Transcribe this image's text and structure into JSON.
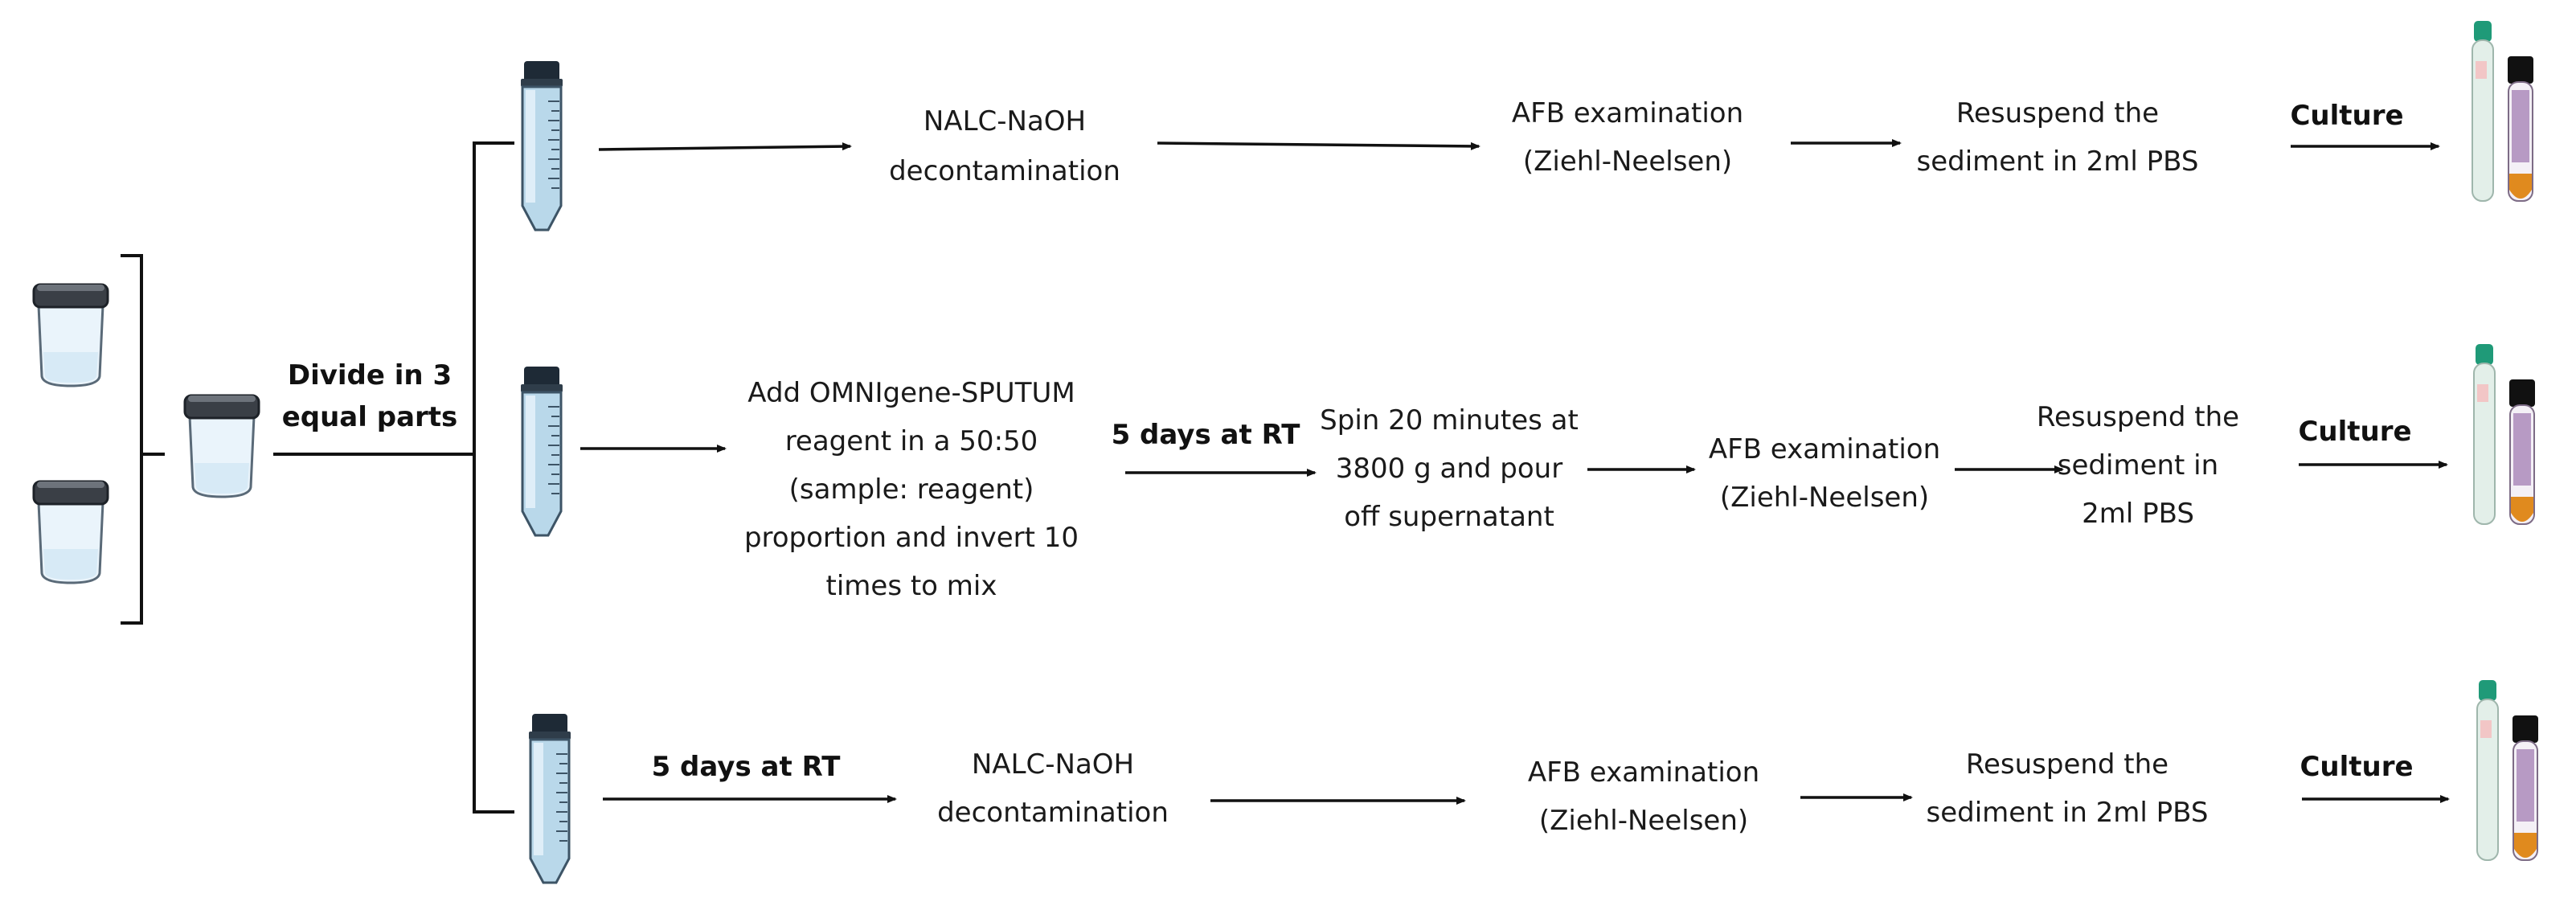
{
  "split_label": {
    "line1": "Divide in 3",
    "line2": "equal parts"
  },
  "row1": {
    "step1": {
      "line1": "NALC-NaOH",
      "line2": "decontamination"
    },
    "step2": {
      "line1": "AFB examination",
      "line2": "(Ziehl-Neelsen)"
    },
    "step3": {
      "line1": "Resuspend the",
      "line2": "sediment in 2ml PBS"
    },
    "culture": "Culture"
  },
  "row2": {
    "step1": {
      "line1": "Add OMNIgene-SPUTUM",
      "line2": "reagent in a 50:50",
      "line3": "(sample: reagent)",
      "line4": "proportion and invert 10",
      "line5": "times to mix"
    },
    "incubation": "5 days at RT",
    "step2": {
      "line1": "Spin 20 minutes at",
      "line2": "3800 g and pour",
      "line3": "off supernatant"
    },
    "step3": {
      "line1": "AFB examination",
      "line2": "(Ziehl-Neelsen)"
    },
    "step4": {
      "line1": "Resuspend the",
      "line2": "sediment in",
      "line3": "2ml PBS"
    },
    "culture": "Culture"
  },
  "row3": {
    "incubation": "5 days at RT",
    "step1": {
      "line1": "NALC-NaOH",
      "line2": "decontamination"
    },
    "step2": {
      "line1": "AFB examination",
      "line2": "(Ziehl-Neelsen)"
    },
    "step3": {
      "line1": "Resuspend the",
      "line2": "sediment in 2ml PBS"
    },
    "culture": "Culture"
  },
  "colors": {
    "tube_liquid": "#b9d8ea",
    "tube_cap": "#1e2a36",
    "culture_cap_green": "#1f9a78",
    "culture_cap_black": "#111111",
    "culture_liquid": "#e08a1e"
  },
  "icons": [
    "specimen-cup-icon",
    "conical-tube-icon",
    "culture-tube-icon"
  ]
}
